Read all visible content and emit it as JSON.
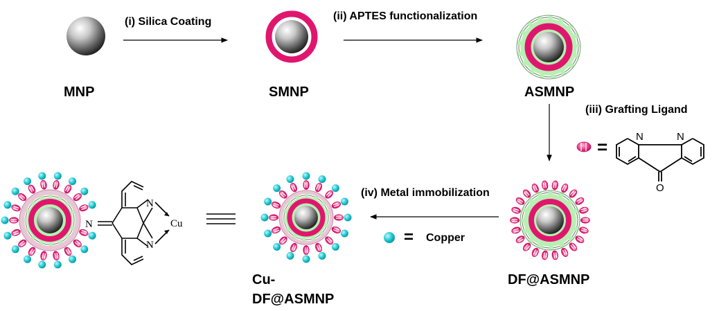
{
  "steps": {
    "s1": "(i) Silica Coating",
    "s2": "(ii) APTES functionalization",
    "s3": "(iii) Grafting Ligand",
    "s4": "(iv) Metal immobilization"
  },
  "labels": {
    "mnp": "MNP",
    "smnp": "SMNP",
    "asmnp": "ASMNP",
    "dfasmnp": "DF@ASMNP",
    "cu_line1": "Cu-",
    "cu_line2": "DF@ASMNP"
  },
  "legend": {
    "equals": "=",
    "copper": "Copper",
    "triple_bar": "≡"
  },
  "atoms": {
    "n": "N",
    "o": "O",
    "cu": "Cu"
  },
  "colors": {
    "silica_magenta": "#E0166E",
    "aptes_green": "#B8EFB4",
    "ligand_pink": "#E8287A",
    "copper_cyan": "#1BC6D0",
    "sphere_grey": "#8a8a8a"
  }
}
